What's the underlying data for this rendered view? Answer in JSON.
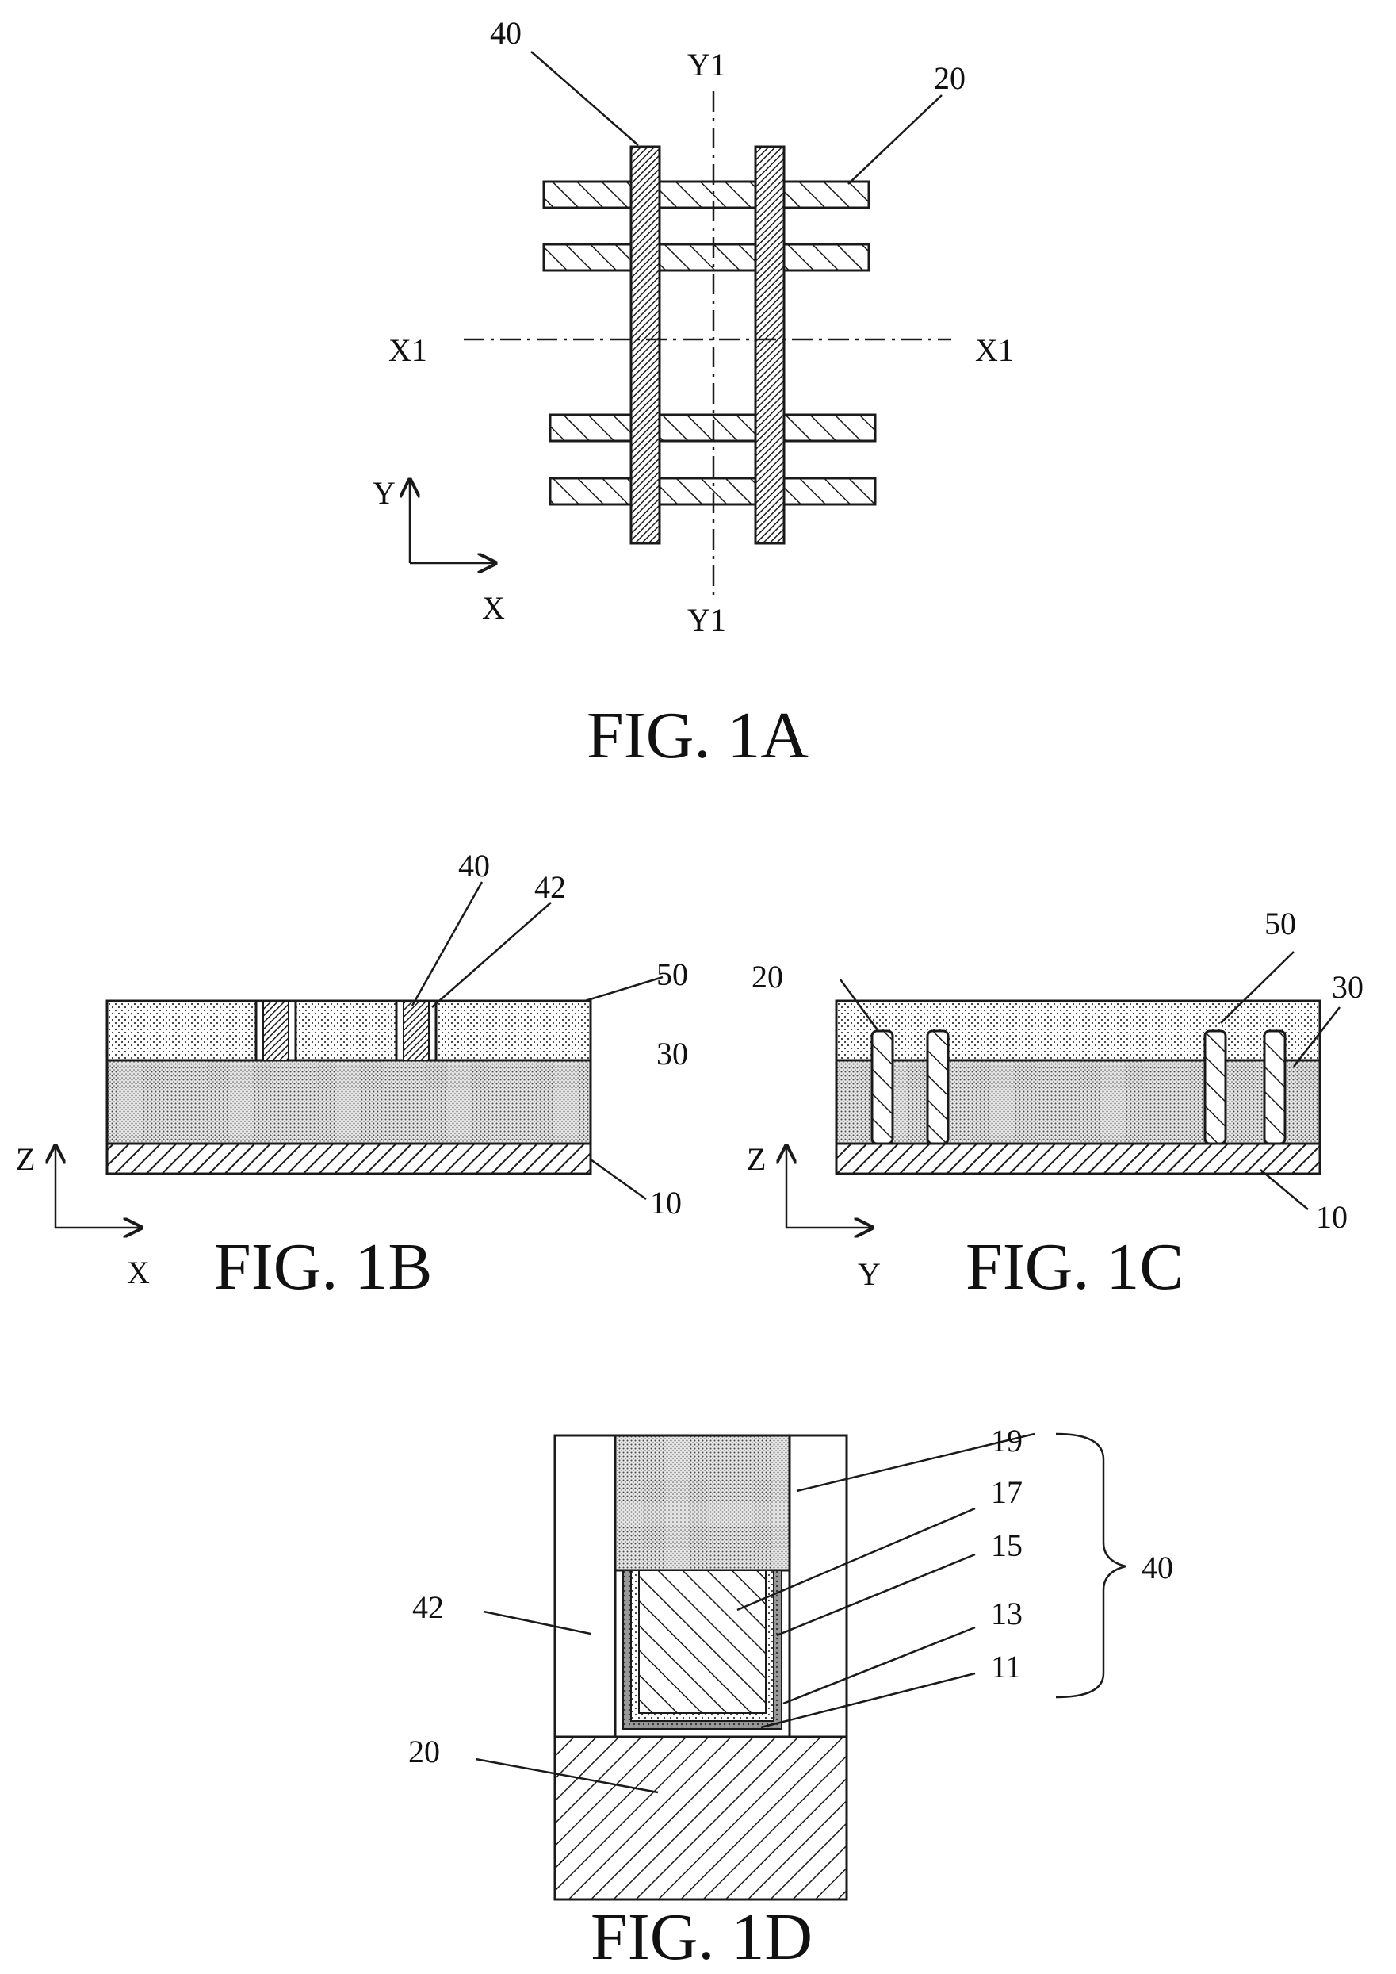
{
  "figures": {
    "fig1a": {
      "caption": "FIG. 1A",
      "labels": {
        "l40": "40",
        "l20": "20",
        "y1_top": "Y1",
        "y1_bottom": "Y1",
        "x1_left": "X1",
        "x1_right": "X1"
      },
      "axes": {
        "vertical": "Y",
        "horizontal": "X"
      }
    },
    "fig1b": {
      "caption": "FIG. 1B",
      "labels": {
        "l40": "40",
        "l42": "42",
        "l50": "50",
        "l30": "30",
        "l10": "10"
      },
      "axes": {
        "vertical": "Z",
        "horizontal": "X"
      }
    },
    "fig1c": {
      "caption": "FIG. 1C",
      "labels": {
        "l20": "20",
        "l50": "50",
        "l30": "30",
        "l10": "10"
      },
      "axes": {
        "vertical": "Z",
        "horizontal": "Y"
      }
    },
    "fig1d": {
      "caption": "FIG. 1D",
      "labels": {
        "l19": "19",
        "l17": "17",
        "l15": "15",
        "l13": "13",
        "l11": "11",
        "l40": "40",
        "l42": "42",
        "l20": "20"
      }
    }
  }
}
